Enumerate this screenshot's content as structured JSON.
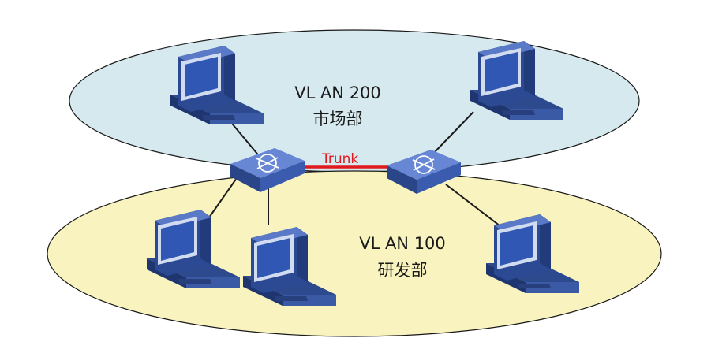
{
  "vlans": [
    {
      "name": "VL AN 200",
      "dept": "市场部",
      "fill": "#d6e9ef"
    },
    {
      "name": "VL AN 100",
      "dept": "研发部",
      "fill": "#f8f3bf"
    }
  ],
  "trunk": {
    "label": "Trunk",
    "color": "#e0191e"
  },
  "switch_color": "#3b5cae",
  "computer_color": "#4a6bbf",
  "icons": [
    "computer-icon",
    "switch-icon"
  ]
}
